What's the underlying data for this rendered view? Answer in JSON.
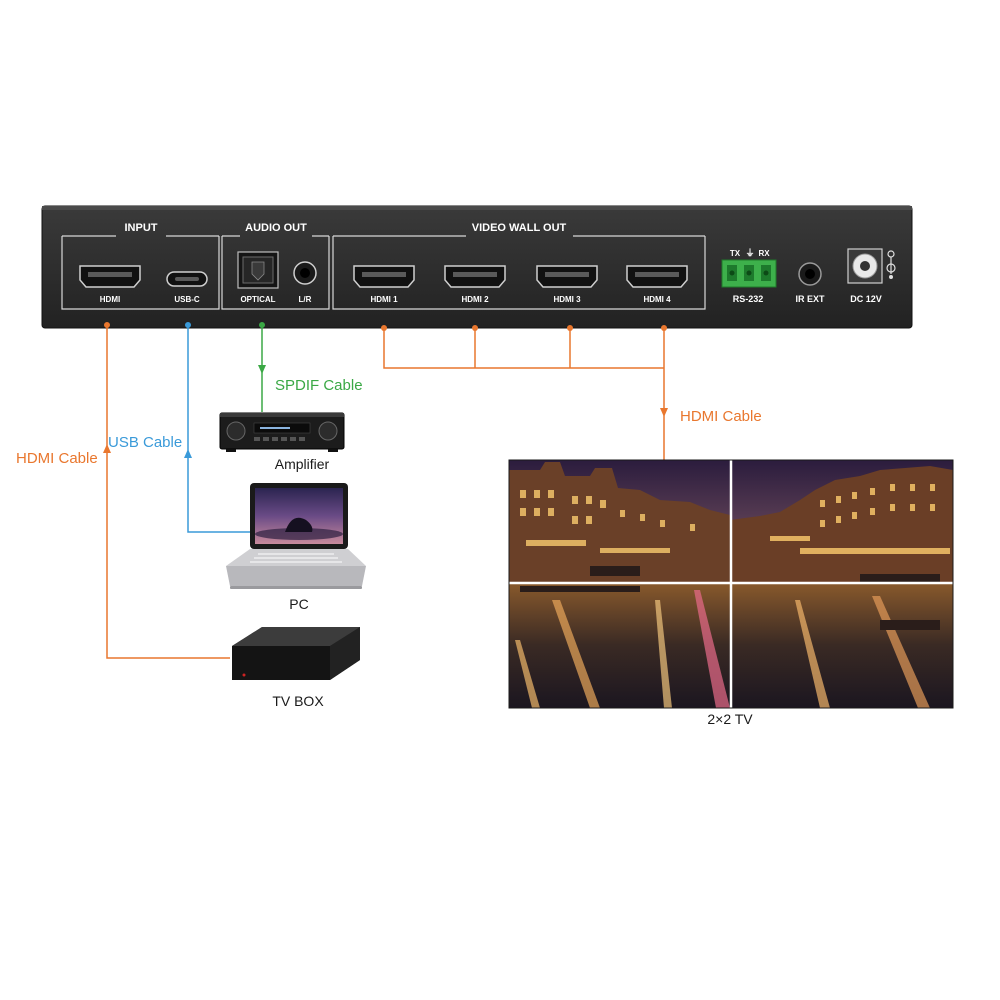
{
  "device": {
    "groups": {
      "input": "INPUT",
      "audio_out": "AUDIO OUT",
      "video_wall_out": "VIDEO WALL OUT"
    },
    "ports": {
      "hdmi_in": "HDMI",
      "usb_c": "USB-C",
      "optical": "OPTICAL",
      "lr": "L/R",
      "hdmi1": "HDMI 1",
      "hdmi2": "HDMI 2",
      "hdmi3": "HDMI 3",
      "hdmi4": "HDMI 4",
      "rs232": "RS-232",
      "rs232_tx": "TX",
      "rs232_rx": "RX",
      "ir_ext": "IR EXT",
      "dc": "DC 12V"
    }
  },
  "cables": {
    "spdif": "SPDIF Cable",
    "usb": "USB Cable",
    "hdmi_input": "HDMI Cable",
    "hdmi_output": "HDMI Cable"
  },
  "devices": {
    "amplifier": "Amplifier",
    "pc": "PC",
    "tv_box": "TV BOX",
    "tv_wall": "2×2 TV"
  },
  "colors": {
    "hdmi": "#e9772e",
    "usb": "#3a9ad9",
    "spdif": "#3aa845",
    "panel": "#2b2b2b",
    "connector_green": "#3db04b"
  },
  "icons": [
    "hdmi-port-icon",
    "usb-c-port-icon",
    "optical-port-icon",
    "audio-jack-icon",
    "rs232-terminal-icon",
    "ir-jack-icon",
    "dc-power-icon",
    "amplifier-icon",
    "laptop-icon",
    "tv-box-icon",
    "tv-wall-icon"
  ]
}
